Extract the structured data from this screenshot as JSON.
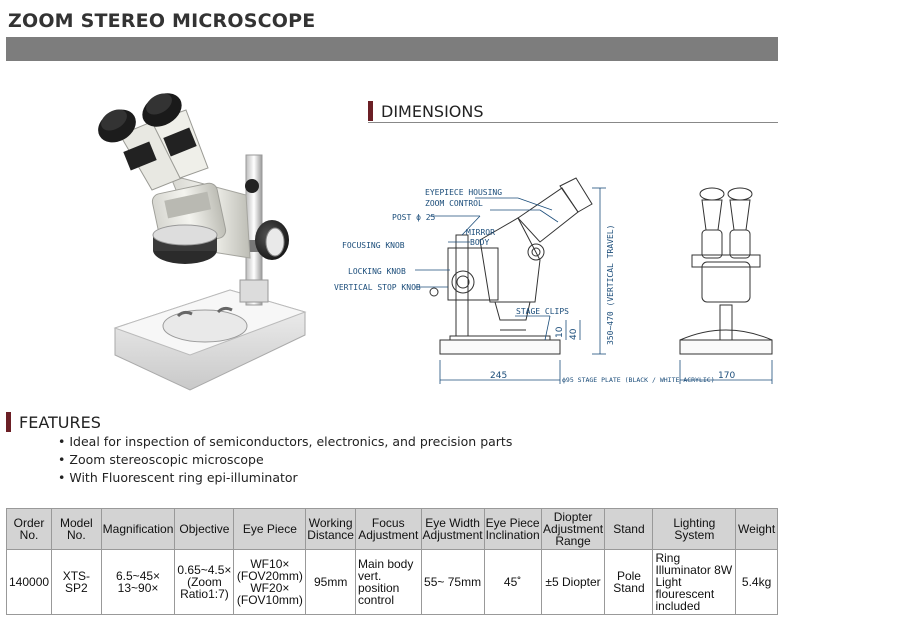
{
  "page": {
    "title": "ZOOM STEREO MICROSCOPE"
  },
  "dimensions": {
    "heading": "DIMENSIONS",
    "labels": {
      "eyepiece_housing": "EYEPIECE HOUSING",
      "zoom_control": "ZOOM CONTROL",
      "post": "POST ϕ 25",
      "mirror": "MIRROR",
      "body": "BODY",
      "focusing_knob": "FOCUSING KNOB",
      "locking_knob": "LOCKING KNOB",
      "vertical_stop_knob": "VERTICAL STOP KNOB",
      "stage_clips": "STAGE CLIPS",
      "stage_plate": "ϕ95 STAGE PLATE (BLACK / WHITE ACRYLIC)",
      "vertical_travel": "350~470 (VERTICAL TRAVEL)",
      "dim_10": "10",
      "dim_40": "40",
      "dim_245": "245",
      "dim_170": "170"
    }
  },
  "features": {
    "heading": "FEATURES",
    "items": [
      "Ideal for inspection of semiconductors, electronics, and precision parts",
      "Zoom stereoscopic microscope",
      "With Fluorescent ring epi-illuminator"
    ]
  },
  "spec_table": {
    "headers": {
      "order_no": "Order No.",
      "model_no": "Model No.",
      "magnification": "Magnification",
      "objective": "Objective",
      "eye_piece": "Eye Piece",
      "working_distance": "Working Distance",
      "focus_adjustment": "Focus Adjustment",
      "eye_width_adjustment": "Eye Width Adjustment",
      "eye_piece_inclination": "Eye Piece Inclination",
      "diopter_adjustment_range": "Diopter Adjustment Range",
      "stand": "Stand",
      "lighting_system": "Lighting System",
      "weight": "Weight"
    },
    "row": {
      "order_no": "140000",
      "model_no": "XTS-SP2",
      "magnification": "6.5~45× 13~90×",
      "objective": "0.65~4.5× (Zoom Ratio1:7)",
      "eye_piece": "WF10× (FOV20mm) WF20× (FOV10mm)",
      "working_distance": "95mm",
      "focus_adjustment": "Main body vert. position control",
      "eye_width_adjustment": "55~ 75mm",
      "eye_piece_inclination": "45˚",
      "diopter_adjustment_range": "±5 Diopter",
      "stand": "Pole Stand",
      "lighting_system": "Ring Illuminator 8W Light flourescent included",
      "weight": "5.4kg"
    }
  }
}
